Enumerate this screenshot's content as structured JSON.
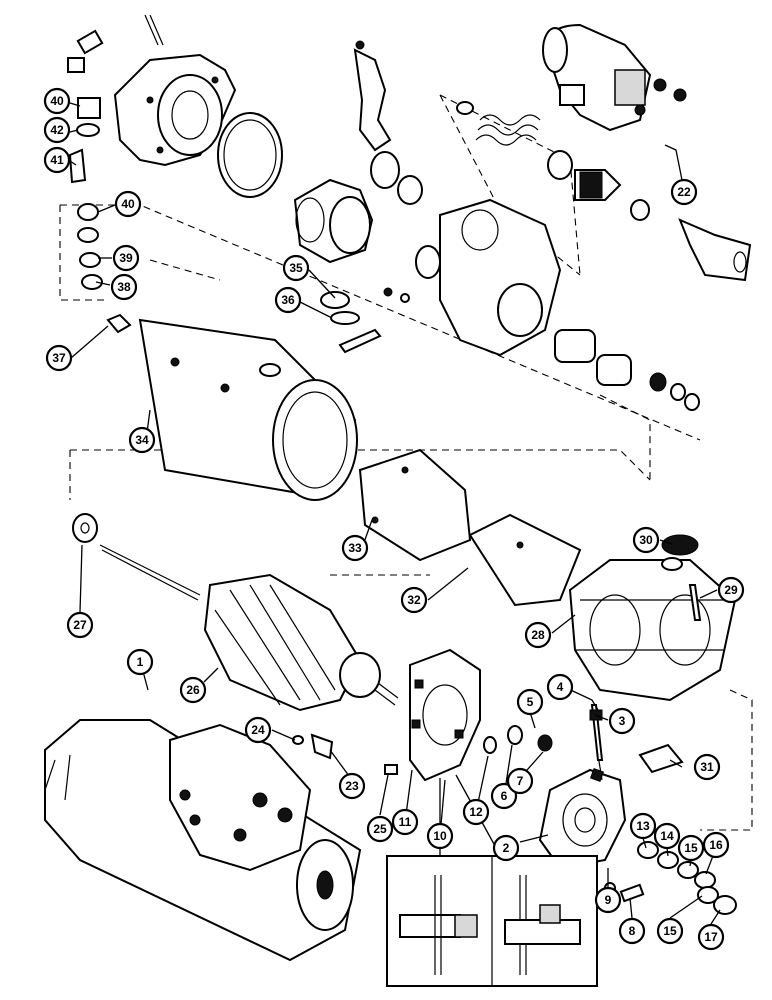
{
  "diagram": {
    "callouts": [
      {
        "label": "1"
      },
      {
        "label": "2"
      },
      {
        "label": "3"
      },
      {
        "label": "4"
      },
      {
        "label": "5"
      },
      {
        "label": "6"
      },
      {
        "label": "7"
      },
      {
        "label": "8"
      },
      {
        "label": "9"
      },
      {
        "label": "10"
      },
      {
        "label": "11"
      },
      {
        "label": "12"
      },
      {
        "label": "13"
      },
      {
        "label": "14"
      },
      {
        "label": "15"
      },
      {
        "label": "15"
      },
      {
        "label": "16"
      },
      {
        "label": "17"
      },
      {
        "label": "22"
      },
      {
        "label": "23"
      },
      {
        "label": "24"
      },
      {
        "label": "25"
      },
      {
        "label": "26"
      },
      {
        "label": "27"
      },
      {
        "label": "28"
      },
      {
        "label": "29"
      },
      {
        "label": "30"
      },
      {
        "label": "31"
      },
      {
        "label": "32"
      },
      {
        "label": "33"
      },
      {
        "label": "34"
      },
      {
        "label": "35"
      },
      {
        "label": "36"
      },
      {
        "label": "37"
      },
      {
        "label": "38"
      },
      {
        "label": "39"
      },
      {
        "label": "40"
      },
      {
        "label": "40"
      },
      {
        "label": "41"
      },
      {
        "label": "42"
      }
    ]
  }
}
